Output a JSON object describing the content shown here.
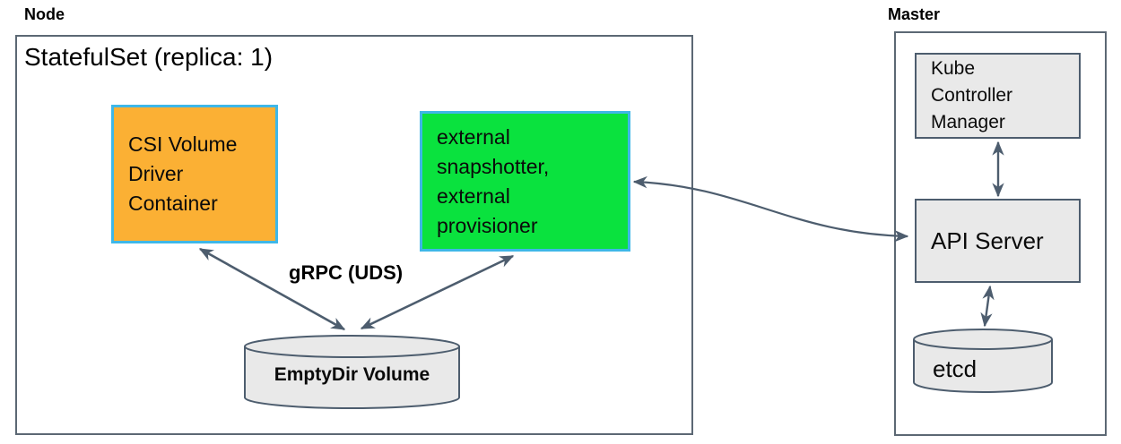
{
  "node": {
    "title": "Node",
    "statefulset_title": "StatefulSet (replica: 1)",
    "csi_driver_box": {
      "lines": [
        "CSI Volume",
        "Driver",
        "Container"
      ]
    },
    "sidecar_box": {
      "lines": [
        "external",
        "snapshotter,",
        "external",
        "provisioner"
      ]
    },
    "grpc_arrow_label": "gRPC (UDS)",
    "emptydir_cylinder_label": "EmptyDir Volume"
  },
  "master": {
    "title": "Master",
    "kube_controller_manager_box": {
      "lines": [
        "Kube",
        "Controller",
        "Manager"
      ]
    },
    "api_server_label": "API Server",
    "etcd_cylinder_label": "etcd"
  },
  "colors": {
    "csi_box_fill": "#fbb034",
    "sidecar_box_fill": "#0ae23e",
    "colored_box_border": "#3eb7e8",
    "gray_box_fill": "#e9e9e9",
    "boundary_border": "#5c6874",
    "arrow_stroke": "#4d5d6e"
  }
}
